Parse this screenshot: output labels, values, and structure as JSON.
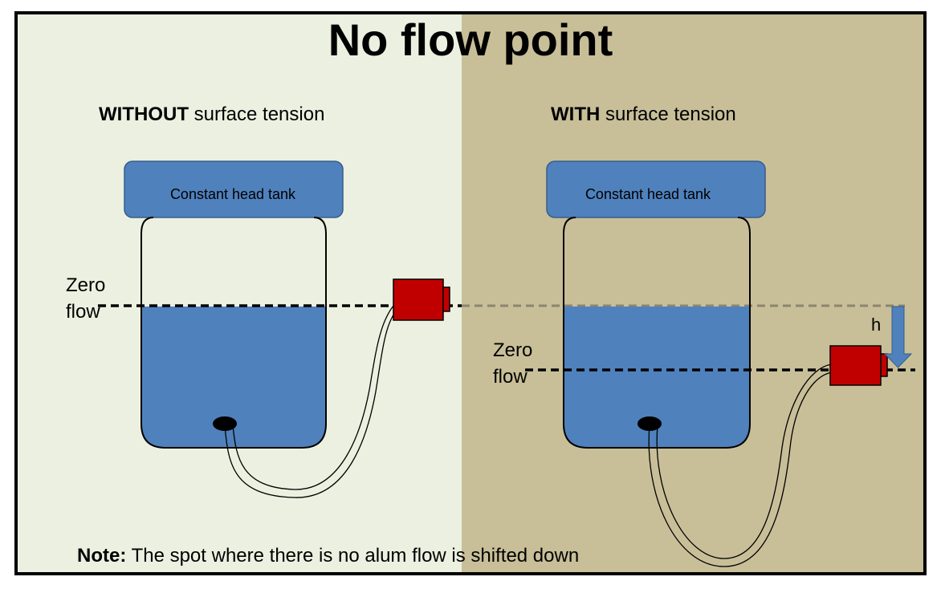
{
  "title": "No flow point",
  "left_panel": {
    "heading_bold": "WITHOUT",
    "heading_rest": " surface tension",
    "tank_label": "Constant head tank",
    "zero_line1": "Zero",
    "zero_line2": "flow"
  },
  "right_panel": {
    "heading_bold": "WITH",
    "heading_rest": " surface tension",
    "tank_label": "Constant head tank",
    "zero_line1": "Zero",
    "zero_line2": "flow",
    "h_label": "h"
  },
  "note": {
    "bold": "Note:",
    "text": " The spot where there is no alum flow is shifted  down"
  },
  "colors": {
    "left_bg": "#ecf0e0",
    "right_bg": "#c8bf99",
    "tank_water": "#4f81bd",
    "tank_stroke": "#385d8a",
    "valve": "#c00000",
    "arrow": "#4f81bd"
  }
}
